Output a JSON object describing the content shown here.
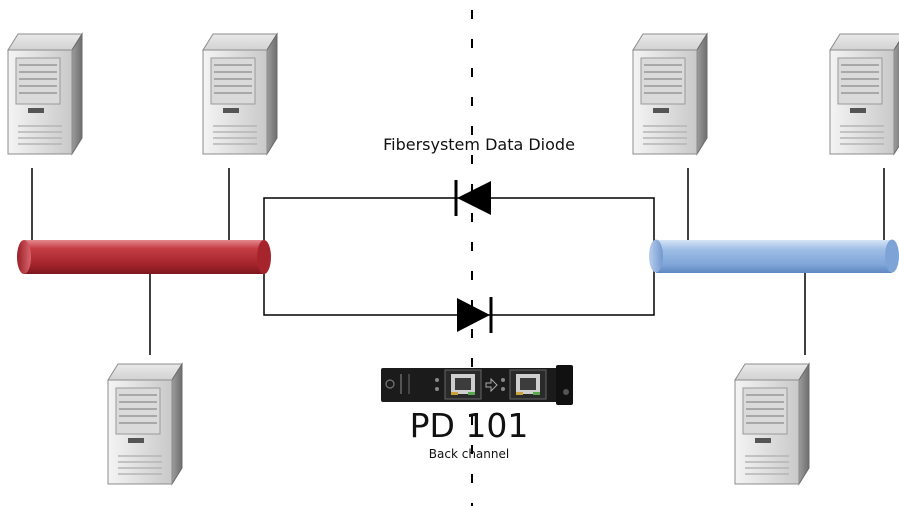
{
  "diagram": {
    "title": "Fibersystem Data Diode",
    "device_model": "PD 101",
    "device_subtitle": "Back channel"
  },
  "colors": {
    "left_network": "#b8323a",
    "right_network": "#8fb2e0",
    "line": "#000000",
    "divider": "#000000"
  },
  "icons": {
    "server": "server-icon",
    "diode": "diode-icon",
    "device": "data-diode-device-icon"
  }
}
